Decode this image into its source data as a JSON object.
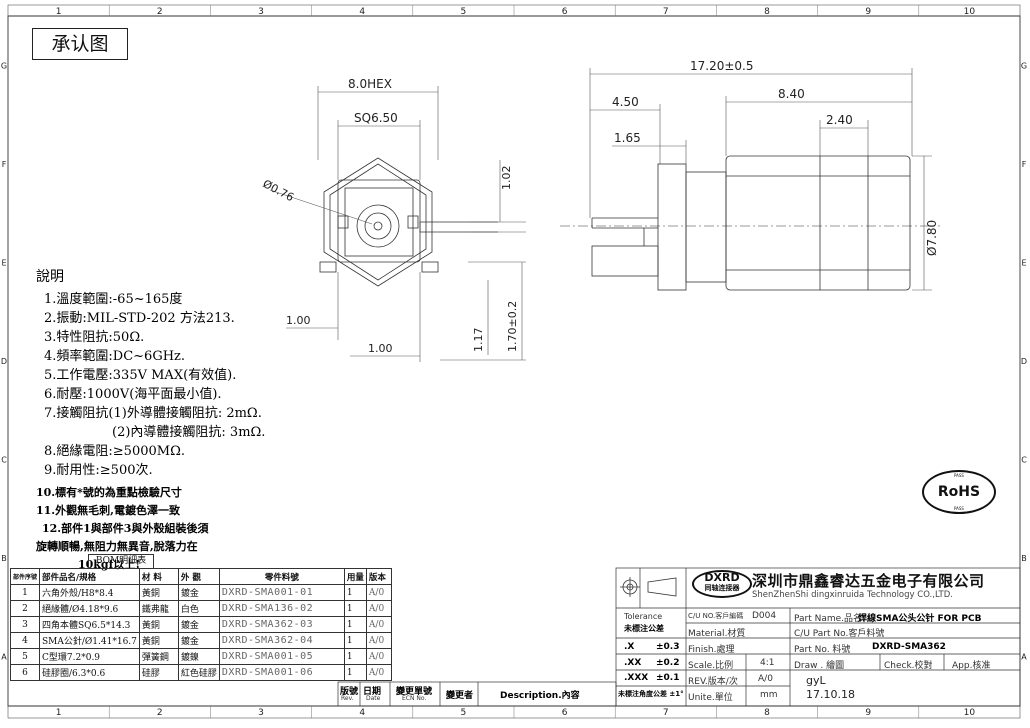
{
  "title": "承认图",
  "grid": {
    "columns": [
      "1",
      "2",
      "3",
      "4",
      "5",
      "6",
      "7",
      "8",
      "9",
      "10"
    ],
    "rows": [
      "G",
      "F",
      "E",
      "D",
      "C",
      "B",
      "A"
    ]
  },
  "dimensions": {
    "hex": "8.0HEX",
    "sq": "SQ6.50",
    "dia": "Ø0.76",
    "d102": "1.02",
    "d100a": "1.00",
    "d100b": "1.00",
    "d117": "1.17",
    "d170": "1.70±0.2",
    "overall": "17.20±0.5",
    "d450": "4.50",
    "d840": "8.40",
    "d165": "1.65",
    "d240": "2.40",
    "dia780": "Ø7.80"
  },
  "notes": {
    "heading": "說明",
    "items": [
      "1.溫度範圍:-65~165度",
      "2.振動:MIL-STD-202 方法213.",
      "3.特性阻抗:50Ω.",
      "4.頻率範圍:DC~6GHz.",
      "5.工作電壓:335V MAX(有效值).",
      "6.耐壓:1000V(海平面最小值).",
      "7.接觸阻抗(1)外導體接觸阻抗:    2mΩ.",
      "(2)內導體接觸阻抗:    3mΩ.",
      "8.絕緣電阻:≥5000MΩ.",
      "9.耐用性:≥500次."
    ],
    "small": [
      "10.標有*號的為重點檢驗尺寸",
      "11.外觀無毛刺,電鍍色澤一致",
      "12.部件1與部件3與外殼組裝後須",
      "旋轉順暢,無阻力無異音,脫落力在",
      "10kgf以上!"
    ]
  },
  "bom": {
    "title": "BOM明細表",
    "headers": [
      "部件序號",
      "部件品名/規格",
      "材 料",
      "外 觀",
      "零件料號",
      "用量",
      "版本"
    ],
    "rows": [
      [
        "1",
        "六角外殼/H8*8.4",
        "黃銅",
        "鍍金",
        "DXRD-SMA001-01",
        "1",
        "A/0"
      ],
      [
        "2",
        "絕緣體/Ø4.18*9.6",
        "鐵弗龍",
        "白色",
        "DXRD-SMA136-02",
        "1",
        "A/0"
      ],
      [
        "3",
        "四角本體SQ6.5*14.3",
        "黃銅",
        "鍍金",
        "DXRD-SMA362-03",
        "1",
        "A/0"
      ],
      [
        "4",
        "SMA公針/Ø1.41*16.7",
        "黃銅",
        "鍍金",
        "DXRD-SMA362-04",
        "1",
        "A/0"
      ],
      [
        "5",
        "C型環7.2*0.9",
        "彈簧鋼",
        "鍍鎳",
        "DXRD-SMA001-05",
        "1",
        "A/0"
      ],
      [
        "6",
        "硅膠圈/6.3*0.6",
        "硅膠",
        "紅色硅膠",
        "DXRD-SMA001-06",
        "1",
        "A/0"
      ]
    ]
  },
  "revision": {
    "headers": [
      "版號",
      "日期",
      "變更單號",
      "變更者",
      "Description.內容"
    ],
    "sub": [
      "Rev.",
      "Date",
      "ECN No."
    ]
  },
  "titleblock": {
    "logo_main": "DXRD",
    "logo_sub": "同轴连接器",
    "company": "深圳市鼎鑫睿达五金电子有限公司",
    "company_en": "ShenZhenShi  dingxinruida Technology CO.,LTD.",
    "tolerance_label": "Tolerance",
    "tolerance_sub": "未標注公差",
    "tol_rows": [
      {
        "dec": ".X",
        "val": "±0.3"
      },
      {
        "dec": ".XX",
        "val": "±0.2"
      },
      {
        "dec": ".XXX",
        "val": "±0.1"
      }
    ],
    "angle": "未標注角度公差 ±1°",
    "cust_no_label": "C/U NO.客戶編碼",
    "cust_no": "D004",
    "part_name_label": "Part Name.品名:",
    "part_name": "焊線SMA公头公针 FOR PCB",
    "material_label": "Material.材質",
    "cu_part_label": "C/U Part  No.客戶料號",
    "finish_label": "Finish.處理",
    "part_no_label": "Part  No.   料號",
    "part_no": "DXRD-SMA362",
    "scale_label": "Scale.比例",
    "scale": "4:1",
    "draw_label": "Draw .  繪圖",
    "check_label": "Check.校對",
    "app_label": "App.核准",
    "rev_label": "REV.版本/次",
    "rev": "A/0",
    "unit_label": "Unite.單位",
    "unit": "mm",
    "drawer": "gyL",
    "date": "17.10.18",
    "rohs": "RoHS",
    "rohs_pass": "PASS"
  }
}
